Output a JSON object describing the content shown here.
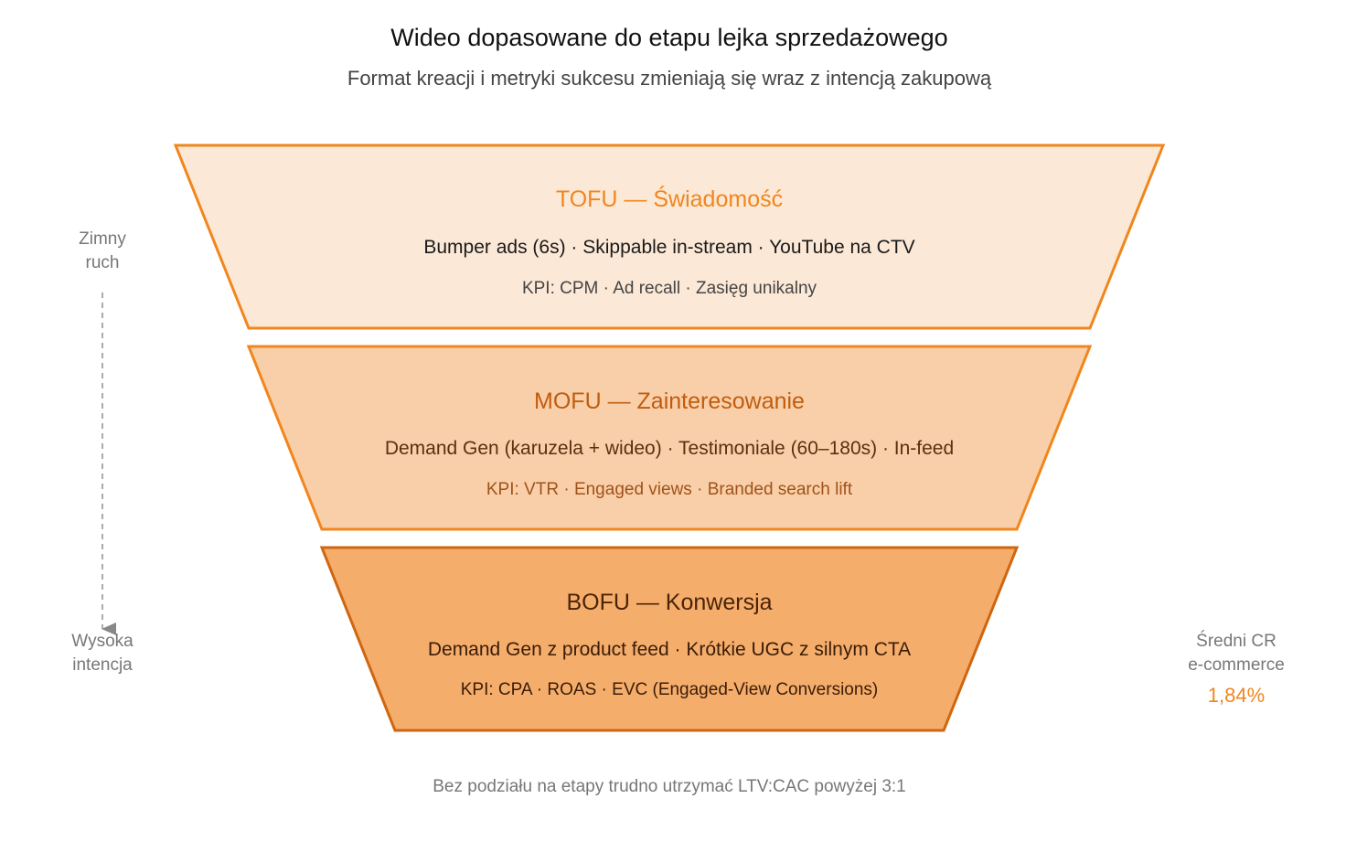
{
  "header": {
    "title": "Wideo dopasowane do etapu lejka sprzedażowego",
    "subtitle": "Format kreacji i metryki sukcesu zmieniają się wraz z intencją zakupową"
  },
  "stages": [
    {
      "title": "TOFU — Świadomość",
      "formats": "Bumper ads (6s) · Skippable in-stream · YouTube na CTV",
      "kpi": "KPI: CPM · Ad recall · Zasięg unikalny",
      "fill": "#fce8d6",
      "stroke": "#f0861d",
      "title_color": "#f0861d",
      "formats_color": "#1a1a1a",
      "kpi_color": "#444444"
    },
    {
      "title": "MOFU — Zainteresowanie",
      "formats": "Demand Gen (karuzela + wideo) · Testimoniale (60–180s) · In-feed",
      "kpi": "KPI: VTR · Engaged views · Branded search lift",
      "fill": "#f9cfa9",
      "stroke": "#f0861d",
      "title_color": "#c15c0e",
      "formats_color": "#5a3010",
      "kpi_color": "#a0521a"
    },
    {
      "title": "BOFU — Konwersja",
      "formats": "Demand Gen z product feed · Krótkie UGC z silnym CTA",
      "kpi": "KPI: CPA · ROAS · EVC (Engaged-View Conversions)",
      "fill": "#f5ad6c",
      "stroke": "#cf6610",
      "title_color": "#4a2407",
      "formats_color": "#3a1c06",
      "kpi_color": "#3a1c06"
    }
  ],
  "side": {
    "top_label": "Zimny\nruch",
    "bottom_label": "Wysoka\nintencja",
    "metric_label": "Średni CR\ne-commerce",
    "metric_value": "1,84%"
  },
  "footer": "Bez podziału na etapy trudno utrzymać LTV:CAC powyżej 3:1"
}
